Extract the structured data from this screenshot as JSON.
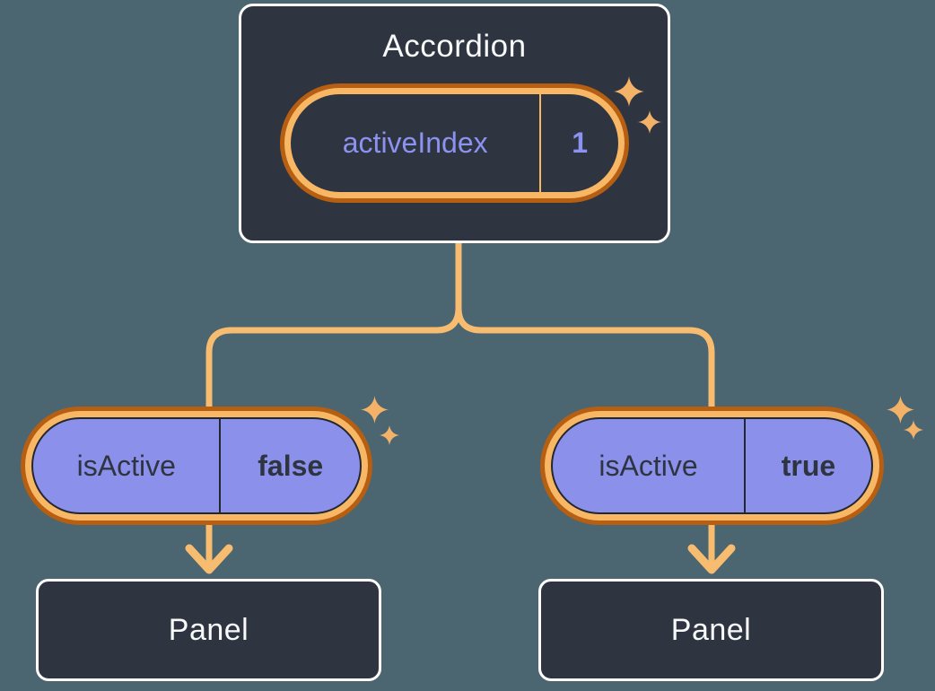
{
  "accordion": {
    "title": "Accordion",
    "state_label": "activeIndex",
    "state_value": "1"
  },
  "left_child": {
    "prop_label": "isActive",
    "prop_value": "false",
    "panel_label": "Panel"
  },
  "right_child": {
    "prop_label": "isActive",
    "prop_value": "true",
    "panel_label": "Panel"
  },
  "icons": {
    "sparkle": "sparkle-icon"
  },
  "colors": {
    "background": "#4B6670",
    "node_fill": "#2F3540",
    "node_border": "#FFFFFF",
    "node_text": "#F7F9FA",
    "ring_outer": "#B65E11",
    "ring_inner": "#F7B765",
    "connector": "#F7BC6F",
    "sparkle": "#F4B269",
    "prop_fill": "#8B90EB",
    "prop_text": "#2E3440",
    "state_text": "#8C92F0"
  }
}
